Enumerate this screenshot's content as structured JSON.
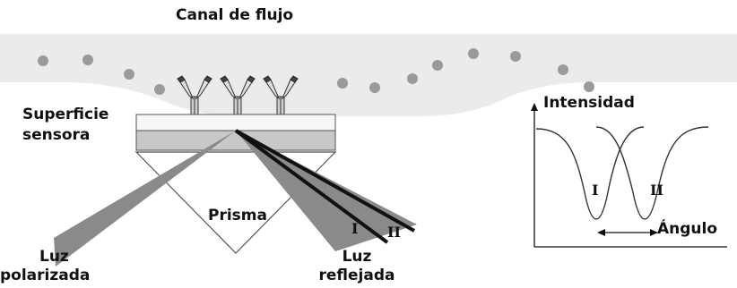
{
  "labels": {
    "flow_channel": "Canal de flujo",
    "sensor_surface_line1": "Superficie",
    "sensor_surface_line2": "sensora",
    "prism": "Prisma",
    "polarized_light_line1": "Luz",
    "polarized_light_line2": "polarizada",
    "reflected_light_line1": "Luz",
    "reflected_light_line2": "reflejada",
    "beam_I": "I",
    "beam_II": "II"
  },
  "graph": {
    "y_axis_label": "Intensidad",
    "x_axis_label": "Ángulo",
    "dip_I": "I",
    "dip_II": "II"
  },
  "colors": {
    "flow_channel": "#ebebeb",
    "particles": "#999999",
    "sensor_layer": "#c8c8c8",
    "incident_beam": "#8a8a8a",
    "reflected_beam": "#8a8a8a",
    "beam_lines": "#111111"
  }
}
